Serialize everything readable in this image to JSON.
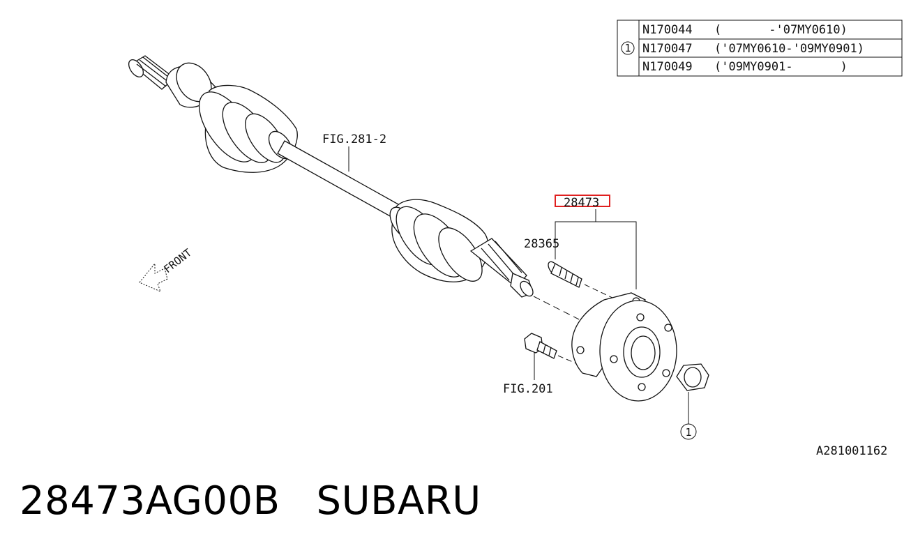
{
  "variant_table": {
    "marker": "1",
    "rows": [
      {
        "part": "N170044",
        "range": "(　　　　-'07MY0610)"
      },
      {
        "part": "N170047",
        "range": "('07MY0610-'09MY0901)"
      },
      {
        "part": "N170049",
        "range": "('09MY0901-　　　　)"
      }
    ]
  },
  "callouts": {
    "axle_fig": "FIG.281-2",
    "hub_assembly": "28473",
    "hub_bolt": "28365",
    "mount_bolt_fig": "FIG.201",
    "nut_marker": "1",
    "front_arrow": "FRONT"
  },
  "diagram_code": "A281001162",
  "caption": {
    "part_number": "28473AG00B",
    "brand": "SUBARU"
  },
  "colors": {
    "highlight": "#e02020",
    "line": "#111111"
  }
}
